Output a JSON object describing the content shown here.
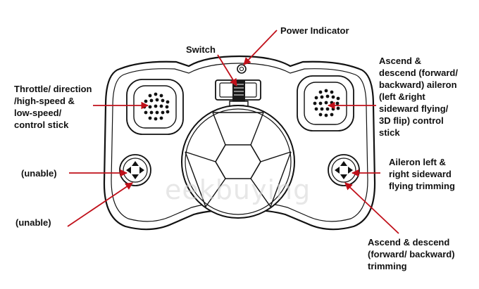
{
  "labels": {
    "power_indicator": "Power Indicator",
    "switch": "Switch",
    "throttle": "Throttle/ direction\n/high-speed &\nlow-speed/\ncontrol stick",
    "right_stick": "Ascend &\ndescend (forward/\nbackward) aileron\n(left &right\nsideward flying/\n3D flip) control\nstick",
    "unable_upper": "(unable)",
    "unable_lower": "(unable)",
    "aileron_trim": "Aileron left &\nright sideward\nflying trimming",
    "ascend_trim": "Ascend & descend\n(forward/ backward)\ntrimming"
  },
  "watermark": "eekbuying",
  "colors": {
    "leader": "#c0101a",
    "outline": "#111111",
    "background": "#ffffff"
  },
  "icons": {
    "trim_arrows": "arrow-triangle-icon",
    "speaker_grille": "perforated-grille-icon"
  }
}
